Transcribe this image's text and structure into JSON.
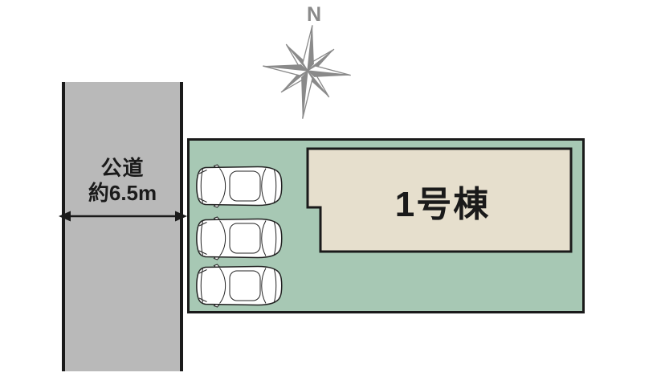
{
  "scene": {
    "compass": {
      "label": "N"
    },
    "road": {
      "name": "公道",
      "width_label": "約6.5m"
    },
    "plot": {
      "building_label": "1号棟",
      "car_count": 3
    }
  },
  "colors": {
    "road_fill": "#b9b9b9",
    "plot_fill": "#a7c8b4",
    "building_fill": "#e6dfcd",
    "outline": "#1a1a1a",
    "compass_gray": "#8a8a8a"
  }
}
